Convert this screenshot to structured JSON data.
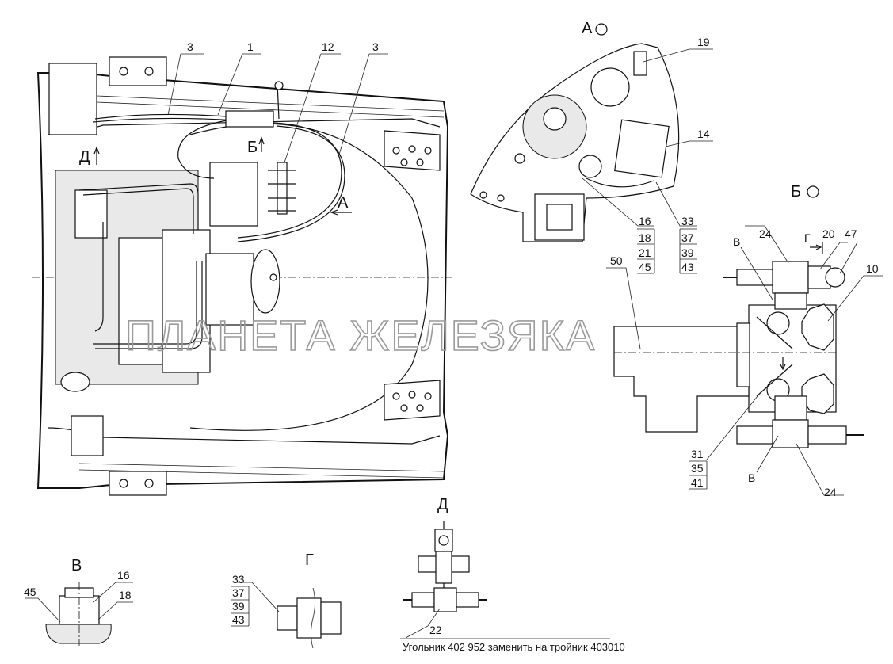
{
  "views": {
    "A": "А",
    "B": "Б",
    "V": "В",
    "G": "Г",
    "D": "Д"
  },
  "main_view": {
    "callouts": [
      "3",
      "1",
      "12",
      "3"
    ],
    "arrow_D": "Д",
    "arrow_B": "Б",
    "arrow_A": "А"
  },
  "view_A": {
    "callouts": [
      "19",
      "14"
    ],
    "stack_left": [
      "16",
      "18",
      "21",
      "45"
    ],
    "stack_right": [
      "33",
      "37",
      "39",
      "43"
    ]
  },
  "view_B": {
    "callouts": [
      "24",
      "20",
      "47",
      "10",
      "50",
      "24"
    ],
    "label_V_top": "В",
    "label_V_bottom": "В",
    "arrow_G": "Г",
    "stack": [
      "31",
      "35",
      "41"
    ]
  },
  "detail_V": {
    "callouts": [
      "45",
      "16",
      "18"
    ]
  },
  "detail_G": {
    "stack": [
      "33",
      "37",
      "39",
      "43"
    ]
  },
  "detail_D": {
    "callout": "22",
    "note": "Угольник 402 952 заменить на тройник 403010"
  },
  "watermark": "ПЛАНЕТА ЖЕЛЕЗЯКА"
}
